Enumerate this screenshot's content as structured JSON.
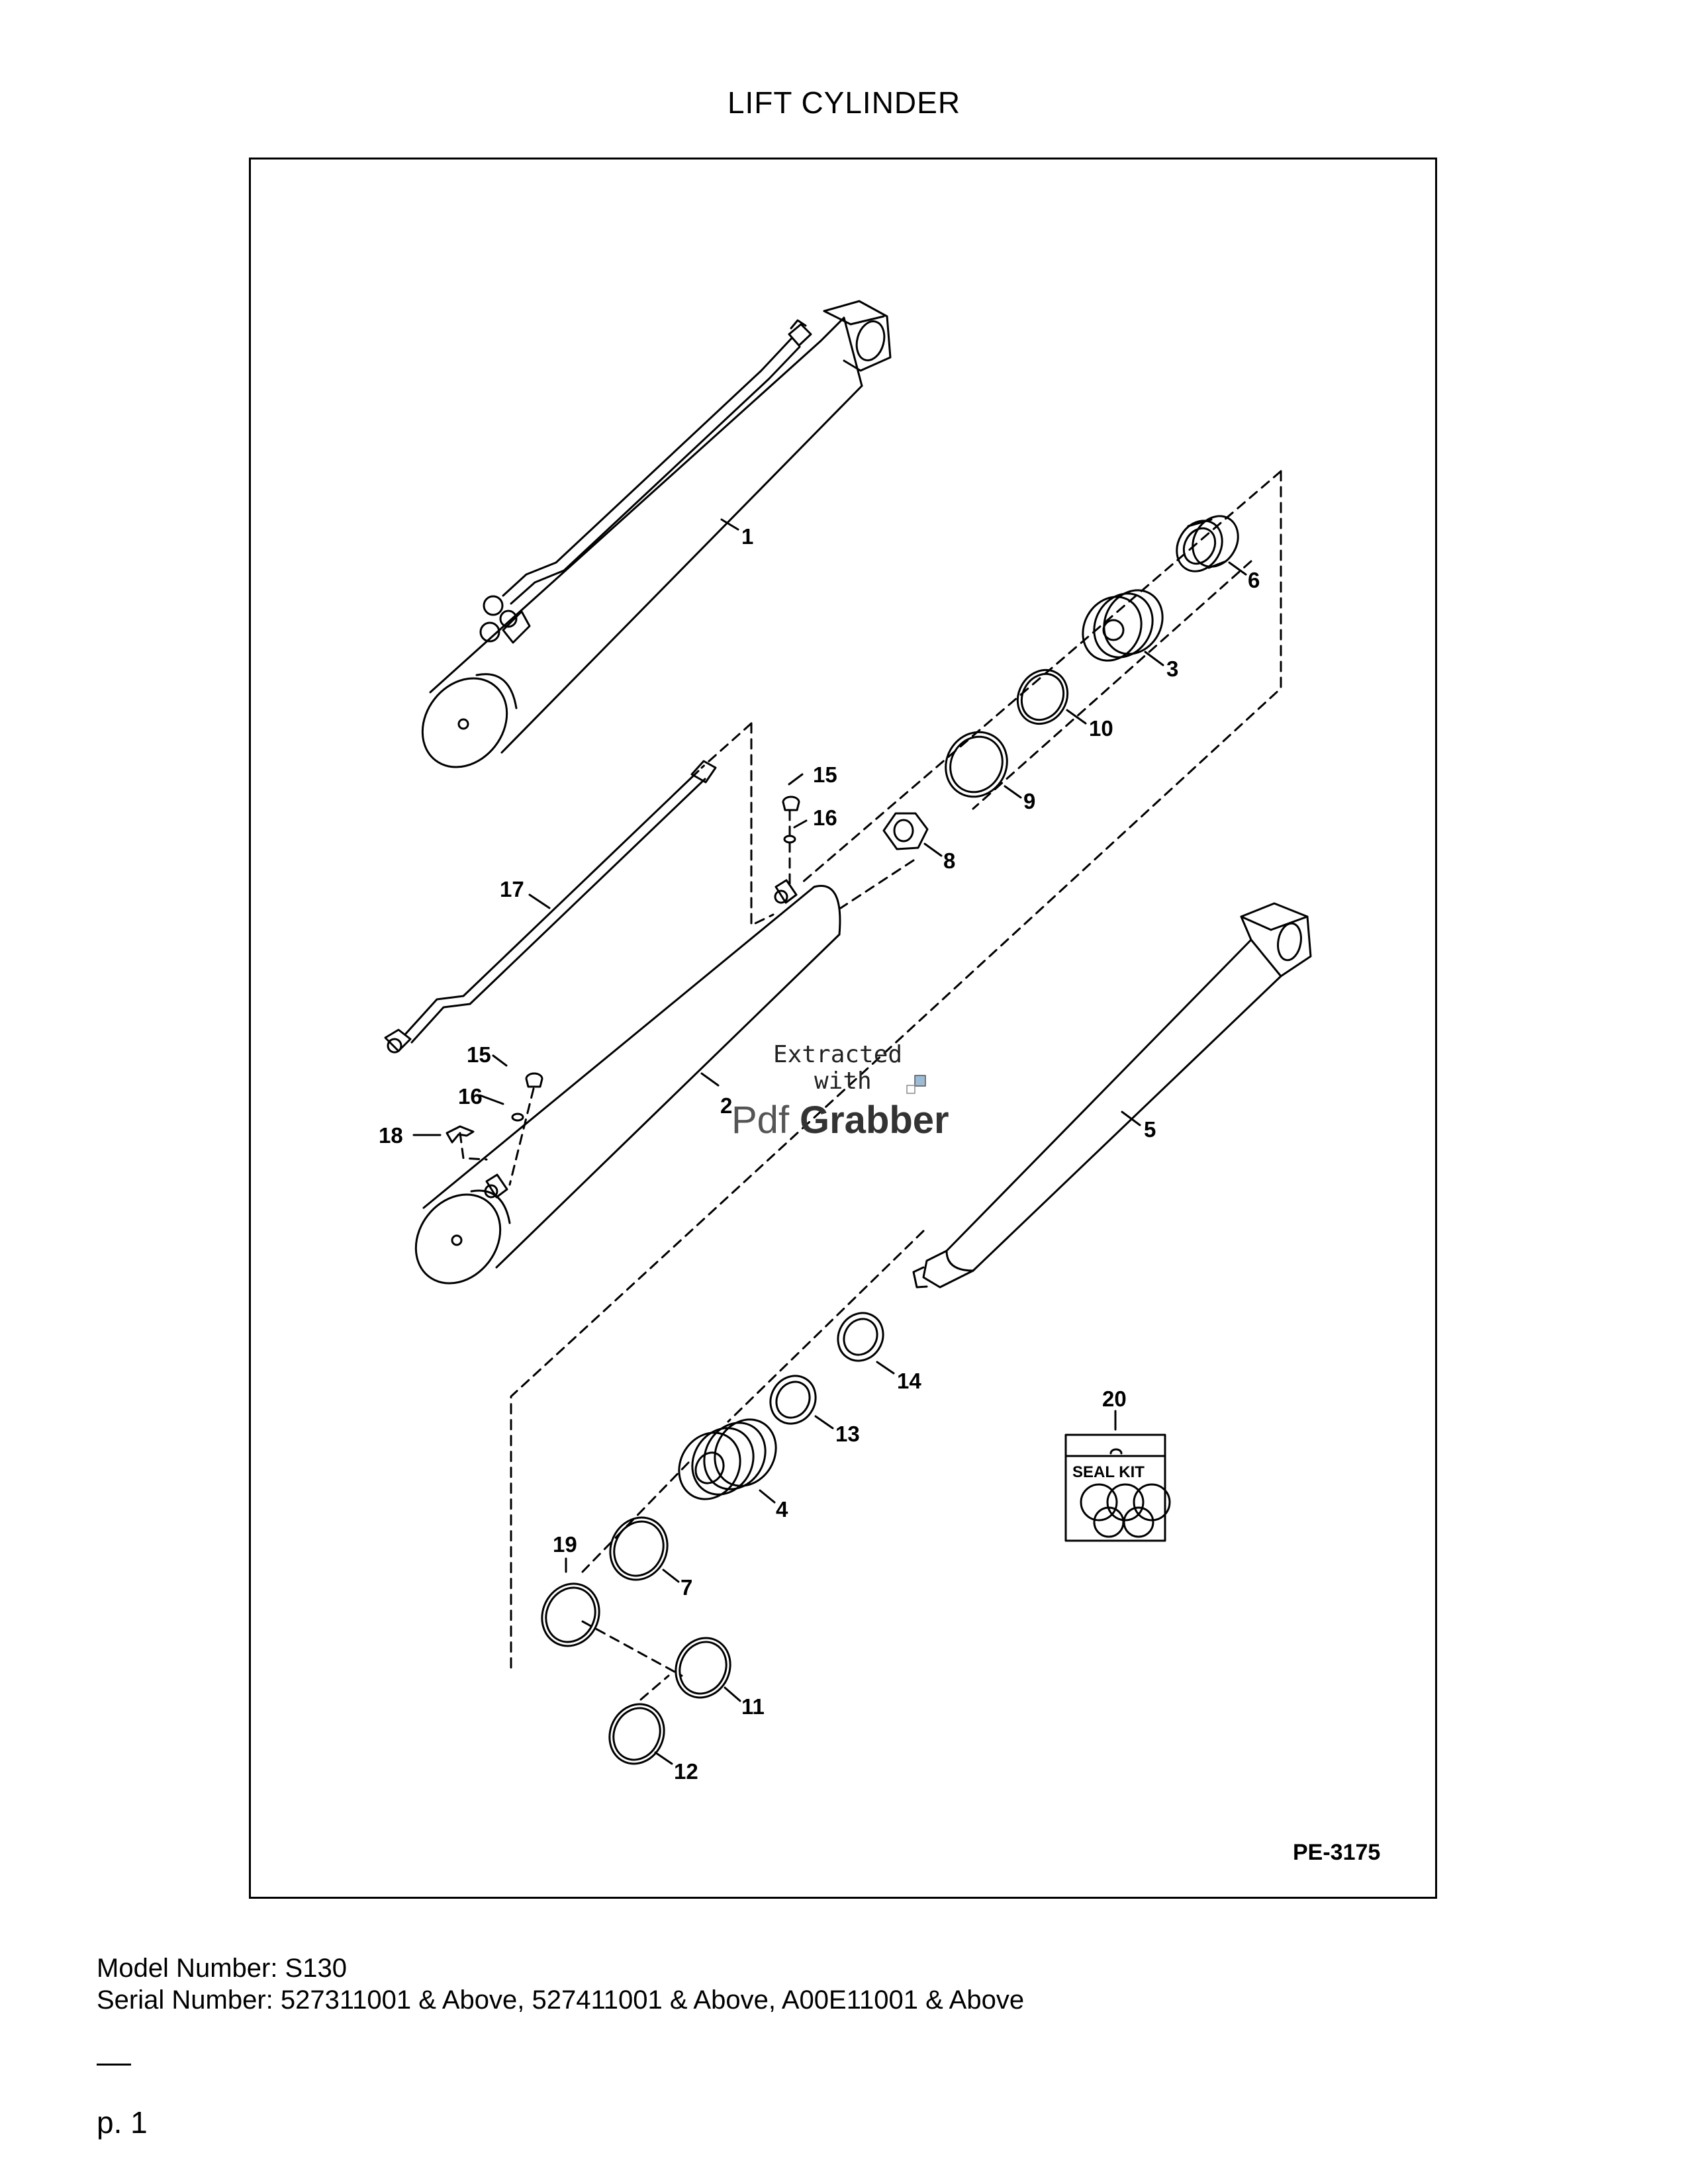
{
  "title": "LIFT CYLINDER",
  "drawing_code": "PE-3175",
  "seal_kit_label": "SEAL KIT",
  "callouts": {
    "c1": "1",
    "c2": "2",
    "c3": "3",
    "c4": "4",
    "c5": "5",
    "c6": "6",
    "c7": "7",
    "c8": "8",
    "c9": "9",
    "c10": "10",
    "c11": "11",
    "c12": "12",
    "c13": "13",
    "c14": "14",
    "c15a": "15",
    "c15b": "15",
    "c16a": "16",
    "c16b": "16",
    "c17": "17",
    "c18": "18",
    "c19": "19",
    "c20": "20"
  },
  "watermark": {
    "line1": "Extracted",
    "line2": "with",
    "brand_a": "Pdf",
    "brand_b": "Grabber"
  },
  "model_number": "Model Number: S130",
  "serial_number": "Serial Number: 527311001 & Above, 527411001 & Above, A00E11001 & Above",
  "page_number": "p. 1"
}
